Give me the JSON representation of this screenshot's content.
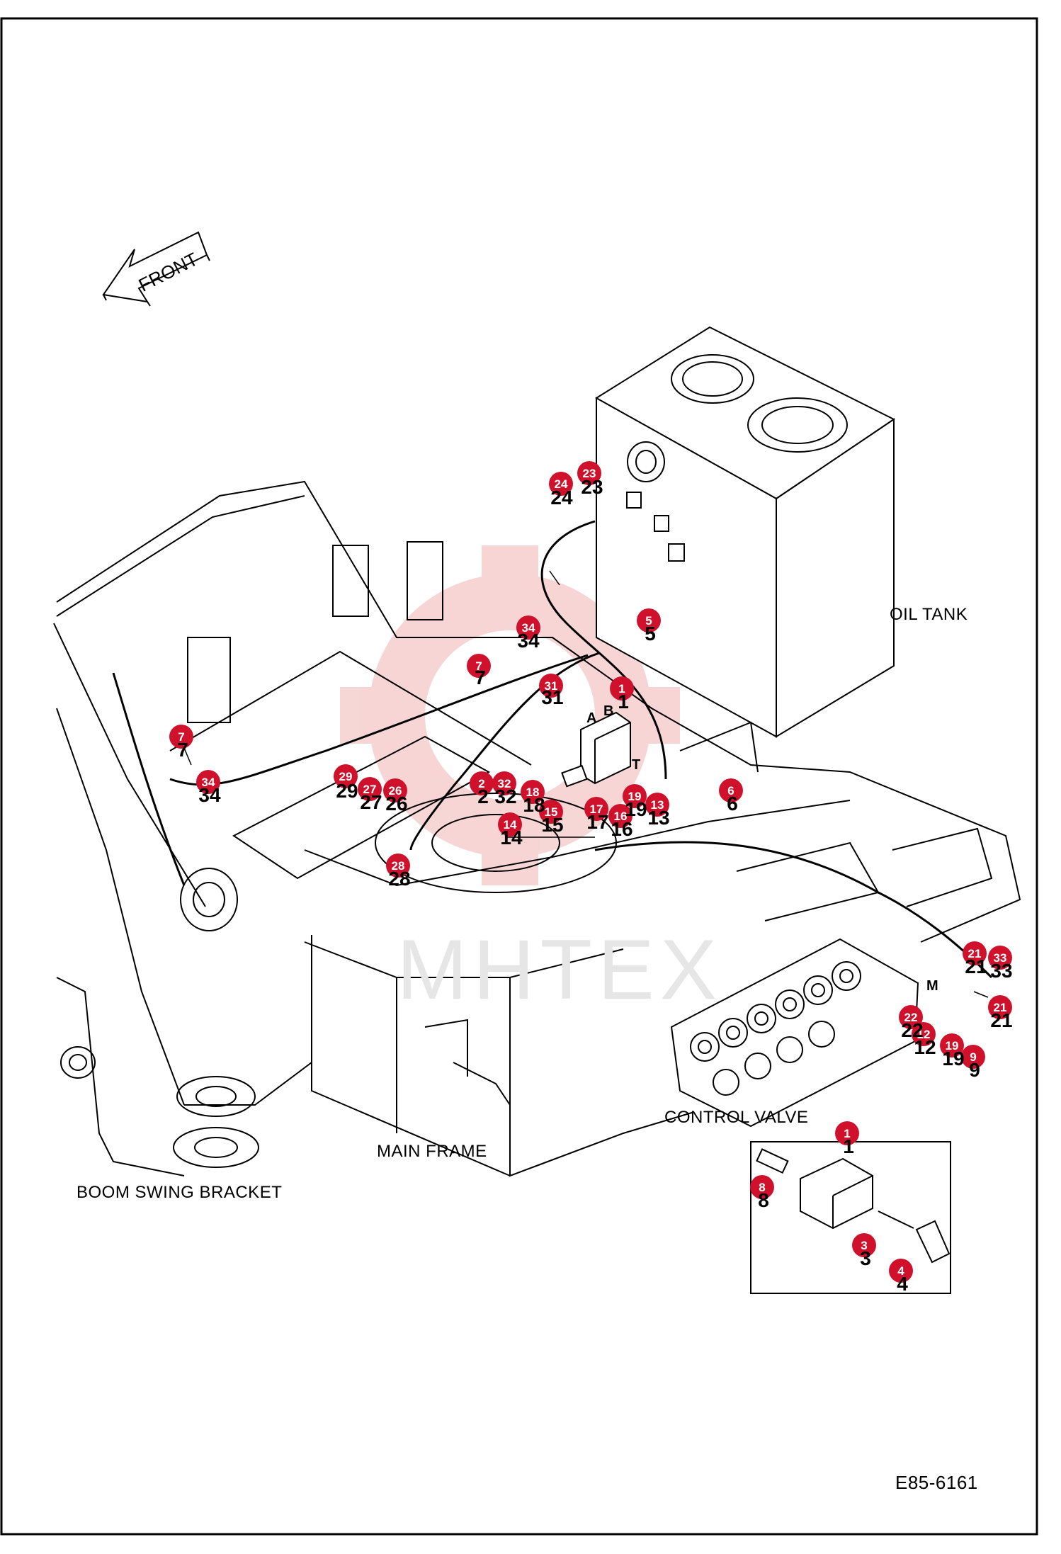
{
  "diagram": {
    "figure_id": "E85-6161",
    "direction_label": "FRONT",
    "watermark": "MHTEX",
    "labels": {
      "oil_tank": "OIL TANK",
      "control_valve": "CONTROL VALVE",
      "main_frame": "MAIN FRAME",
      "boom_swing_bracket": "BOOM SWING BRACKET"
    },
    "port_letters": [
      "A",
      "B",
      "T",
      "M"
    ],
    "callouts": [
      {
        "id": "c24",
        "number": "24",
        "text": "24"
      },
      {
        "id": "c23",
        "number": "23",
        "text": "23"
      },
      {
        "id": "c34a",
        "number": "34",
        "text": "34"
      },
      {
        "id": "c5",
        "number": "5",
        "text": "5"
      },
      {
        "id": "c7a",
        "number": "7",
        "text": "7"
      },
      {
        "id": "c31",
        "number": "31",
        "text": "31"
      },
      {
        "id": "c1a",
        "number": "1",
        "text": "1"
      },
      {
        "id": "c7b",
        "number": "7",
        "text": "7"
      },
      {
        "id": "c34b",
        "number": "34",
        "text": "34"
      },
      {
        "id": "c29",
        "number": "29",
        "text": "29"
      },
      {
        "id": "c27",
        "number": "27",
        "text": "27"
      },
      {
        "id": "c26",
        "number": "26",
        "text": "26"
      },
      {
        "id": "c2",
        "number": "2",
        "text": "2"
      },
      {
        "id": "c32",
        "number": "32",
        "text": "32"
      },
      {
        "id": "c18",
        "number": "18",
        "text": "18"
      },
      {
        "id": "c15",
        "number": "15",
        "text": "15"
      },
      {
        "id": "c17",
        "number": "17",
        "text": "17"
      },
      {
        "id": "c19a",
        "number": "19",
        "text": "19"
      },
      {
        "id": "c16",
        "number": "16",
        "text": "16"
      },
      {
        "id": "c13",
        "number": "13",
        "text": "13"
      },
      {
        "id": "c6",
        "number": "6",
        "text": "6"
      },
      {
        "id": "c14",
        "number": "14",
        "text": "14"
      },
      {
        "id": "c28",
        "number": "28",
        "text": "28"
      },
      {
        "id": "c21a",
        "number": "21",
        "text": "21"
      },
      {
        "id": "c33",
        "number": "33",
        "text": "33"
      },
      {
        "id": "c22",
        "number": "22",
        "text": "22"
      },
      {
        "id": "c21b",
        "number": "21",
        "text": "21"
      },
      {
        "id": "c12",
        "number": "12",
        "text": "12"
      },
      {
        "id": "c19b",
        "number": "19",
        "text": "19"
      },
      {
        "id": "c9",
        "number": "9",
        "text": "9"
      },
      {
        "id": "c1b",
        "number": "1",
        "text": "1"
      },
      {
        "id": "c8",
        "number": "8",
        "text": "8"
      },
      {
        "id": "c3",
        "number": "3",
        "text": "3"
      },
      {
        "id": "c4",
        "number": "4",
        "text": "4"
      }
    ],
    "colors": {
      "badge": "#d0112b",
      "line": "#000000",
      "watermark": "#f2b5b5"
    }
  }
}
